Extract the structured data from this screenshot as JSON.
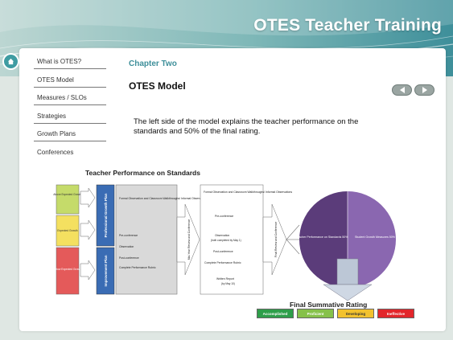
{
  "header": {
    "title": "OTES Teacher Training"
  },
  "sidebar": {
    "items": [
      {
        "label": "What is OTES?"
      },
      {
        "label": "OTES Model"
      },
      {
        "label": "Measures / SLOs"
      },
      {
        "label": "Strategies"
      },
      {
        "label": "Growth Plans"
      },
      {
        "label": "Conferences"
      }
    ]
  },
  "main": {
    "chapter": "Chapter Two",
    "heading": "OTES Model",
    "body": "The left side of the model explains the teacher performance on the standards and 50% of the final rating."
  },
  "diagram": {
    "title": "Teacher Performance on Standards",
    "growth_levels": [
      "Above Expected Growth",
      "Expected Growth",
      "Below Expected Growth"
    ],
    "plans": [
      "Professional Growth Plan",
      "Improvement Plan"
    ],
    "col1_items": [
      "Formal Observation and Classroom Walkthroughs/ Informal Observations",
      "Pre-conference",
      "Observation",
      "Post-conference",
      "Complete Performance Rubric"
    ],
    "mid_review": "Mid-Year Review and Conference",
    "col2_items": [
      "Formal Observation and Classroom Walkthroughs/ Informal Observations",
      "Pre-conference",
      "Observation",
      "(both completed by May 1)",
      "Post-conference",
      "Complete Performance Rubric",
      "Written Report",
      "(by May 10)"
    ],
    "final_review": "Final Review and Conference",
    "circle_left": "Teacher Performance on Standards 50%",
    "circle_right": "Student Growth Measures 50%",
    "summative_title": "Final Summative Rating",
    "ratings": [
      {
        "label": "Accomplished",
        "color": "#2e9e4a"
      },
      {
        "label": "Proficient",
        "color": "#86c14a"
      },
      {
        "label": "Developing",
        "color": "#f2c22e"
      },
      {
        "label": "Ineffective",
        "color": "#e2262b"
      }
    ]
  },
  "colors": {
    "accent": "#3e8f9a",
    "circle_left": "#5b3c7a",
    "circle_right": "#8a67b0"
  }
}
